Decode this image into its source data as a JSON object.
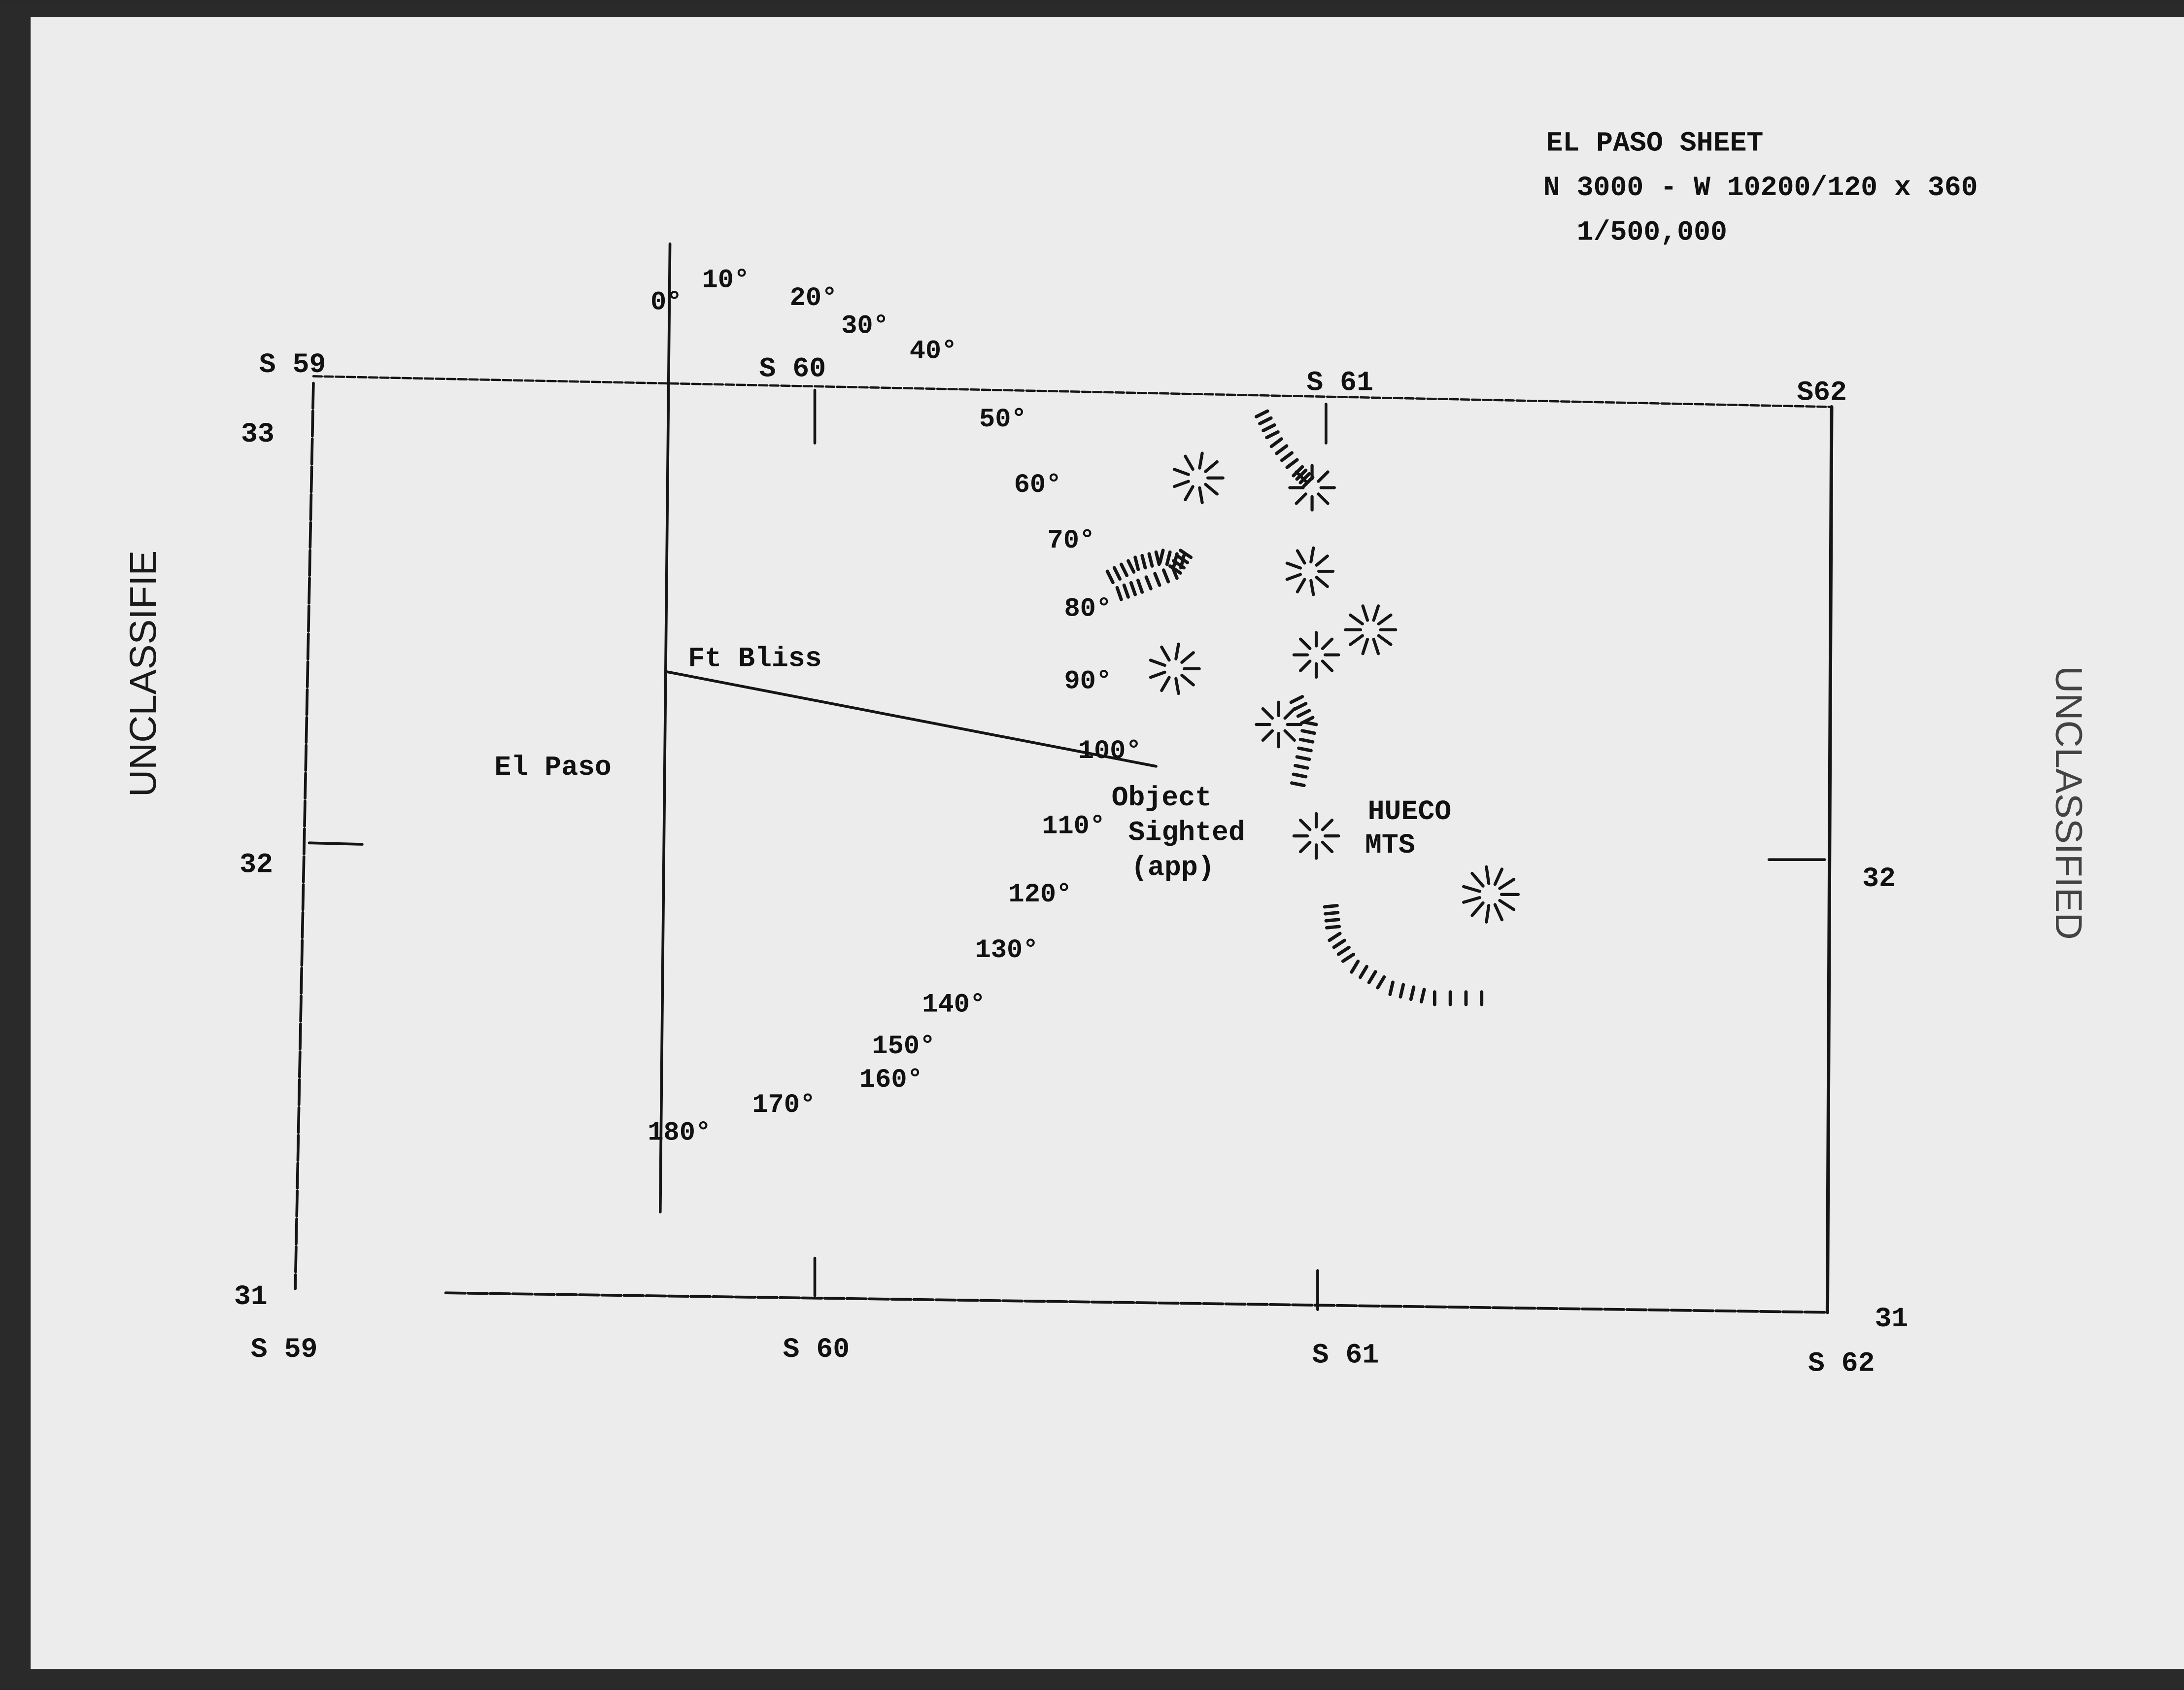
{
  "header": {
    "sheet": "EL PASO SHEET",
    "coords": "N 3000 - W 10200/120 x 360",
    "scale": "1/500,000"
  },
  "grid": {
    "top_left": "S 59",
    "top_s60": "S 60",
    "top_s61": "S 61",
    "top_right": "S62",
    "bottom_s59": "S 59",
    "bottom_s60": "S 60",
    "bottom_s61": "S 61",
    "bottom_s62": "S 62",
    "lat_33": "33",
    "lat_32_left": "32",
    "lat_32_right": "32",
    "lat_31_left": "31",
    "lat_31_right": "31"
  },
  "bearings": [
    "0°",
    "10°",
    "20°",
    "30°",
    "40°",
    "50°",
    "60°",
    "70°",
    "80°",
    "90°",
    "100°",
    "110°",
    "120°",
    "130°",
    "140°",
    "150°",
    "160°",
    "170°",
    "180°"
  ],
  "places": {
    "ft_bliss": "Ft Bliss",
    "el_paso": "El Paso",
    "object_1": "Object",
    "object_2": "Sighted",
    "object_3": "(app)",
    "hueco_1": "HUECO",
    "hueco_2": "MTS"
  },
  "stamps": {
    "left": "UNCLASSIFIE",
    "right": "UNCLASSIFIED"
  },
  "colors": {
    "paper": "#ececec",
    "ink": "#111111"
  }
}
